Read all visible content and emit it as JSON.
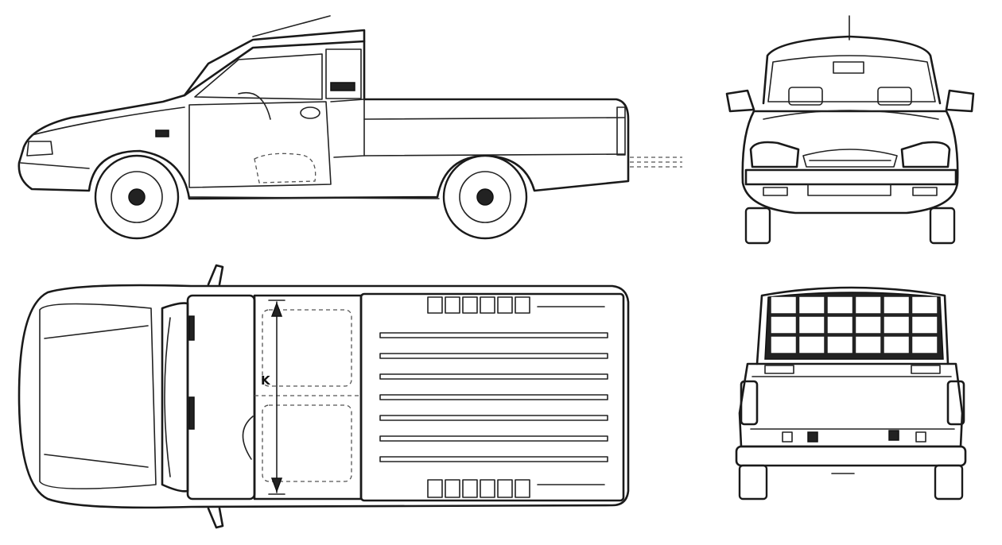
{
  "diagram": {
    "views": [
      "side-view",
      "front-view",
      "top-view",
      "rear-view"
    ],
    "dimension_label": "K"
  }
}
